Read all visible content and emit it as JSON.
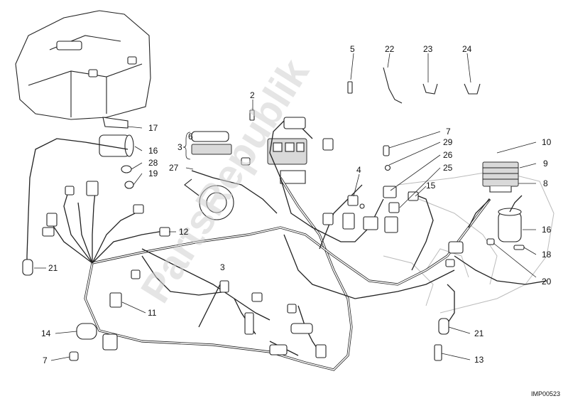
{
  "diagram": {
    "watermark": "PartsRepublik",
    "reference_code": "IMP00523",
    "callouts": {
      "c2": "2",
      "c3a": "3",
      "c3b": "3",
      "c4": "4",
      "c5": "5",
      "c6": "6",
      "c7a": "7",
      "c7b": "7",
      "c8": "8",
      "c9": "9",
      "c10": "10",
      "c11": "11",
      "c12": "12",
      "c13": "13",
      "c14": "14",
      "c15": "15",
      "c16a": "16",
      "c16b": "16",
      "c17": "17",
      "c18": "18",
      "c19": "19",
      "c20": "20",
      "c21a": "21",
      "c21b": "21",
      "c22": "22",
      "c23": "23",
      "c24": "24",
      "c25": "25",
      "c26": "26",
      "c27": "27",
      "c28": "28",
      "c29": "29"
    }
  }
}
